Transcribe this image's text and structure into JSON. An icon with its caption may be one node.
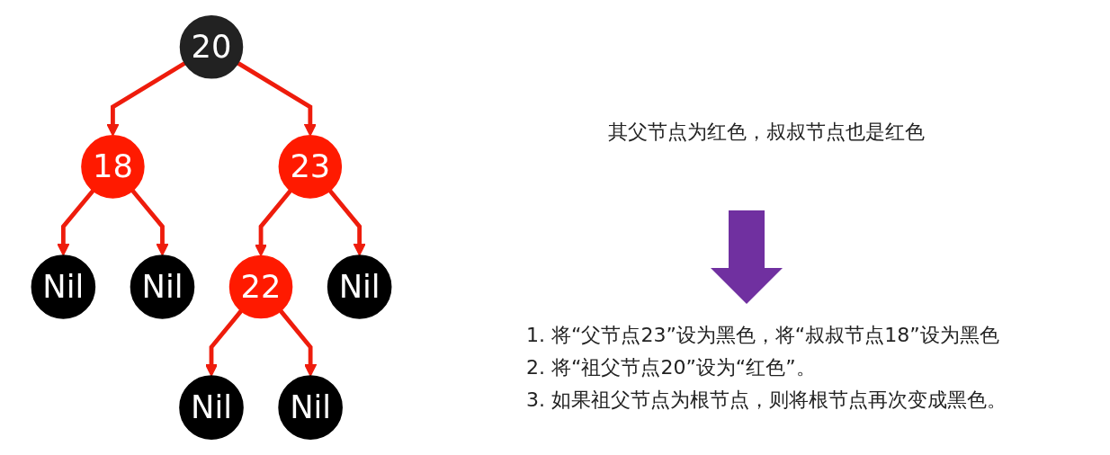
{
  "diagram": {
    "nodes": [
      {
        "text": [
          "20"
        ]
      },
      {
        "text": [
          "18"
        ]
      },
      {
        "text": [
          "23"
        ]
      },
      {
        "text": [
          "Nil"
        ]
      },
      {
        "text": [
          "Nil"
        ]
      },
      {
        "text": [
          "22"
        ]
      },
      {
        "text": [
          "Nil"
        ]
      },
      {
        "text": [
          "Nil"
        ]
      },
      {
        "text": [
          "Nil"
        ]
      }
    ],
    "edges": [
      {
        "from": 0,
        "to": 1,
        "arrow": "to"
      },
      {
        "from": 0,
        "to": 2,
        "arrow": "to"
      },
      {
        "from": 1,
        "to": 3,
        "arrow": "to"
      },
      {
        "from": 1,
        "to": 4,
        "arrow": "to"
      },
      {
        "from": 2,
        "to": 5,
        "arrow": "to"
      },
      {
        "from": 2,
        "to": 6,
        "arrow": "to"
      },
      {
        "from": 5,
        "to": 7,
        "arrow": "to"
      },
      {
        "from": 5,
        "to": 8,
        "arrow": "to"
      }
    ],
    "labels": [
      "其父节点为红色，叔叔节点也是红色",
      "1. 将“父节点23”设为黑色，将“叔叔节点18”设为黑色",
      "2. 将“祖父节点20”设为“红色”。",
      "3. 如果祖父节点为根节点，则将根节点再次变成黑色。"
    ]
  }
}
